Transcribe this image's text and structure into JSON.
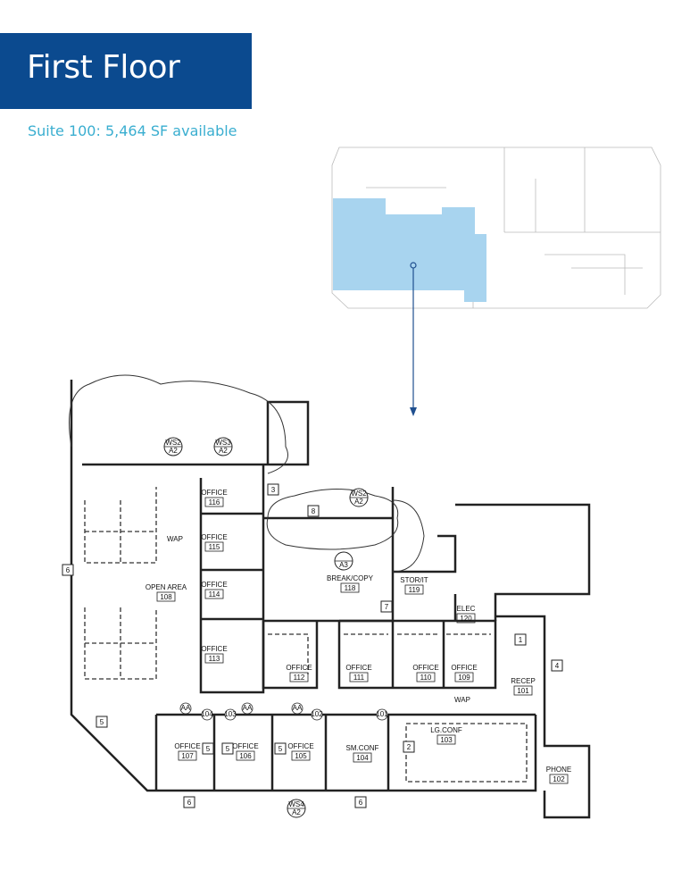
{
  "header": {
    "title": "First Floor",
    "subtitle": "Suite 100: 5,464 SF available"
  },
  "colors": {
    "banner": "#0b4a8f",
    "subtitle": "#3aaed0",
    "highlight": "#a8d4ef",
    "pointer": "#1f4f8f"
  },
  "plan": {
    "rooms": [
      {
        "name": "WAP"
      },
      {
        "name": "OPEN AREA",
        "number": "108"
      },
      {
        "name": "OFFICE",
        "number": "116"
      },
      {
        "name": "OFFICE",
        "number": "115"
      },
      {
        "name": "OFFICE",
        "number": "114"
      },
      {
        "name": "OFFICE",
        "number": "113"
      },
      {
        "name": "OFFICE",
        "number": "112"
      },
      {
        "name": "BREAK/COPY",
        "number": "118"
      },
      {
        "name": "STOR/IT",
        "number": "119"
      },
      {
        "name": "ELEC",
        "number": "120"
      },
      {
        "name": "OFFICE",
        "number": "111"
      },
      {
        "name": "OFFICE",
        "number": "110"
      },
      {
        "name": "OFFICE",
        "number": "109"
      },
      {
        "name": "WAP"
      },
      {
        "name": "RECEP",
        "number": "101"
      },
      {
        "name": "LG.CONF",
        "number": "103"
      },
      {
        "name": "SM.CONF",
        "number": "104"
      },
      {
        "name": "OFFICE",
        "number": "105"
      },
      {
        "name": "OFFICE",
        "number": "106"
      },
      {
        "name": "OFFICE",
        "number": "107"
      },
      {
        "name": "PHONE",
        "number": "102"
      }
    ],
    "section_tags": [
      {
        "top": "WS2",
        "bottom": "A2"
      },
      {
        "top": "WS3",
        "bottom": "A2"
      },
      {
        "top": "WS2",
        "bottom": "A2"
      },
      {
        "top": "WS4",
        "bottom": "A2"
      },
      {
        "top": "",
        "bottom": "A3"
      }
    ],
    "keynotes": [
      "3",
      "8",
      "6",
      "7",
      "1",
      "4",
      "5",
      "5",
      "5",
      "5",
      "2",
      "6",
      "6"
    ],
    "door_tags": [
      "AA",
      "104",
      "103",
      "AA",
      "AA",
      "102",
      "101"
    ]
  }
}
